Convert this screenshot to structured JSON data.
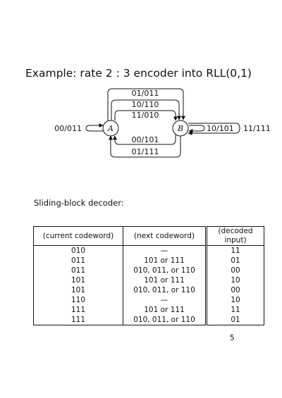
{
  "heading": "Example: rate 2 : 3 encoder into RLL(0,1)",
  "diagram": {
    "states": [
      "A",
      "B"
    ],
    "edges_top": [
      "01/011",
      "10/110",
      "11/010"
    ],
    "edges_bottom": [
      "00/101",
      "01/111"
    ],
    "self_loop_a": "00/011",
    "self_loop_b_first": "10/101",
    "self_loop_b_second": "11/111"
  },
  "decoder": {
    "title": "Sliding-block decoder:",
    "columns": [
      "(current codeword)",
      "(next codeword)",
      "(decoded input)"
    ],
    "rows": [
      [
        "010",
        "—",
        "11"
      ],
      [
        "011",
        "101 or 111",
        "01"
      ],
      [
        "011",
        "010, 011, or 110",
        "00"
      ],
      [
        "101",
        "101 or 111",
        "10"
      ],
      [
        "101",
        "010, 011, or 110",
        "00"
      ],
      [
        "110",
        "—",
        "10"
      ],
      [
        "111",
        "101 or 111",
        "11"
      ],
      [
        "111",
        "010, 011, or 110",
        "01"
      ]
    ]
  },
  "page_number": "5"
}
